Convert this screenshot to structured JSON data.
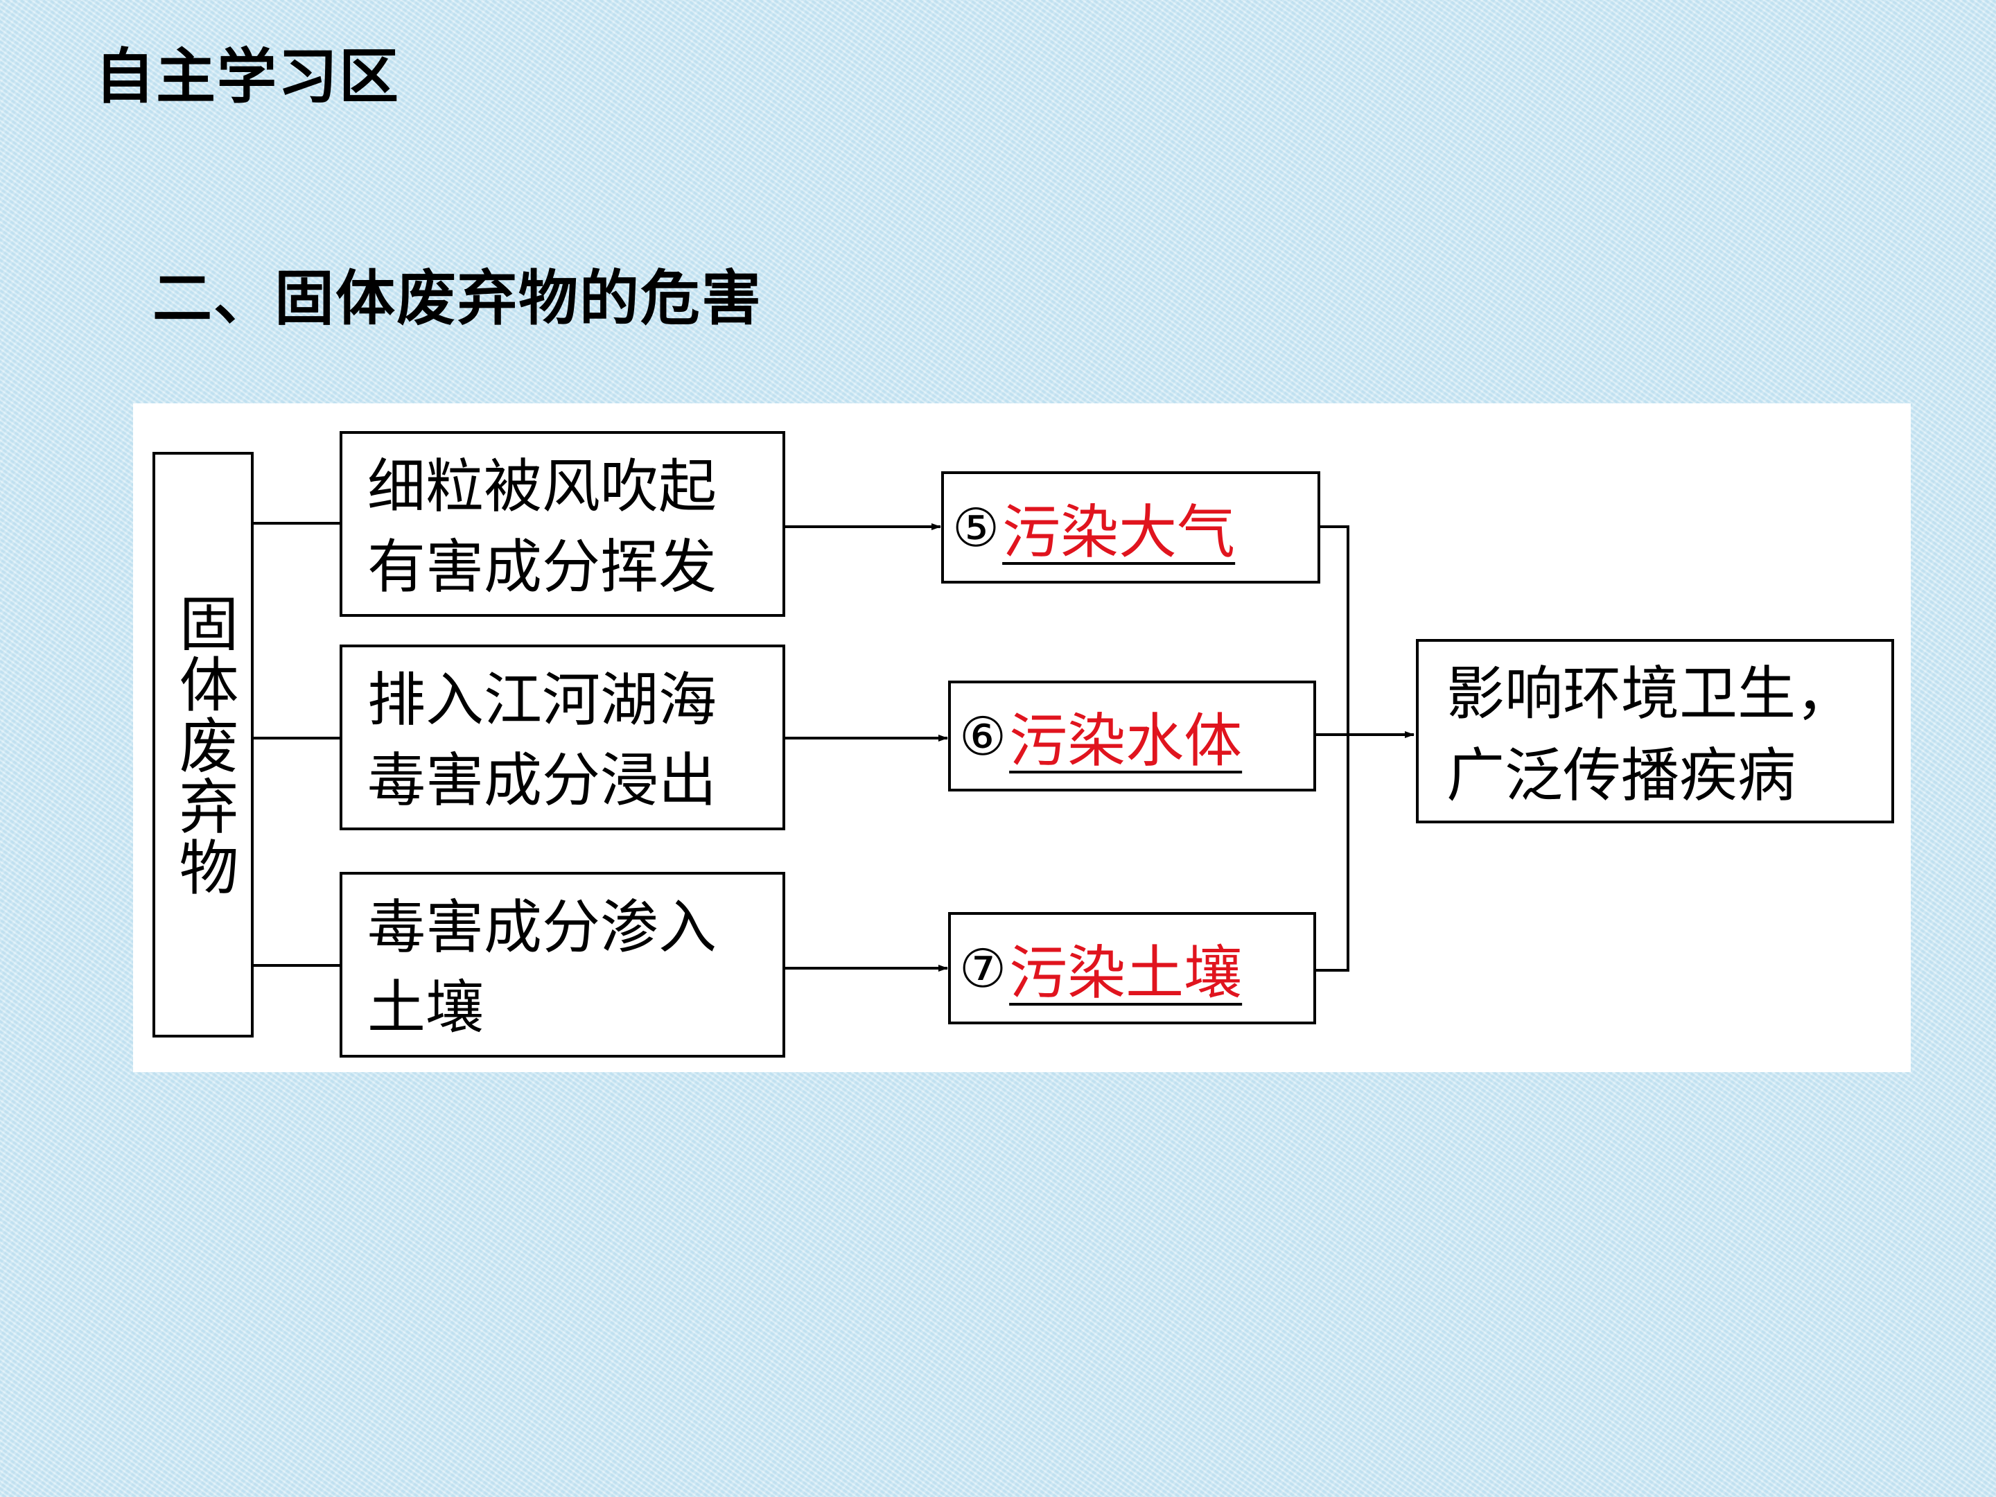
{
  "slide": {
    "title": "自主学习区",
    "subtitle": "二、固体废弃物的危害"
  },
  "diagram": {
    "source": "固体废弃物",
    "causes": [
      {
        "line1": "细粒被风吹起",
        "line2": "有害成分挥发"
      },
      {
        "line1": "排入江河湖海",
        "line2": "毒害成分浸出"
      },
      {
        "line1": "毒害成分渗入",
        "line2": "土壤"
      }
    ],
    "effects": [
      {
        "number": "⑤",
        "text": "污染大气"
      },
      {
        "number": "⑥",
        "text": "污染水体"
      },
      {
        "number": "⑦",
        "text": "污染土壤"
      }
    ],
    "result": {
      "line1": "影响环境卫生，",
      "line2": "广泛传播疾病"
    }
  },
  "colors": {
    "answer_text": "#e0141e",
    "background": "#cfe9f5"
  }
}
